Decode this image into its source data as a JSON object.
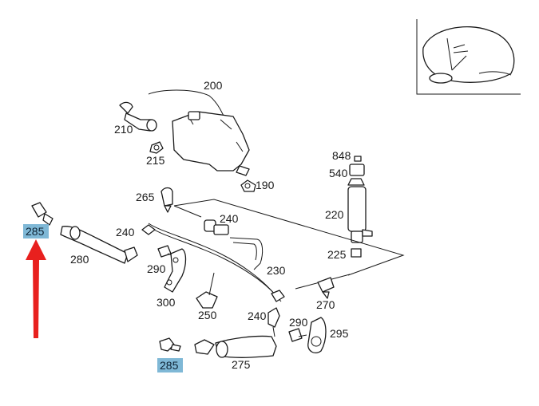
{
  "colors": {
    "background": "#ffffff",
    "line": "#1a1a1a",
    "highlight_box": "#7fb8d6",
    "arrow": "#e8201e"
  },
  "labels": {
    "p200": "200",
    "p210": "210",
    "p215": "215",
    "p190": "190",
    "p848": "848",
    "p540": "540",
    "p220": "220",
    "p225": "225",
    "p265": "265",
    "p240a": "240",
    "p240b": "240",
    "p240c": "240",
    "p230": "230",
    "p280": "280",
    "p290a": "290",
    "p290b": "290",
    "p300": "300",
    "p250": "250",
    "p270": "270",
    "p295": "295",
    "p275": "275",
    "p285a": "285",
    "p285b": "285"
  },
  "icons": {
    "arrow": "red-arrow-up-icon",
    "inset": "vehicle-front-inset-icon"
  }
}
